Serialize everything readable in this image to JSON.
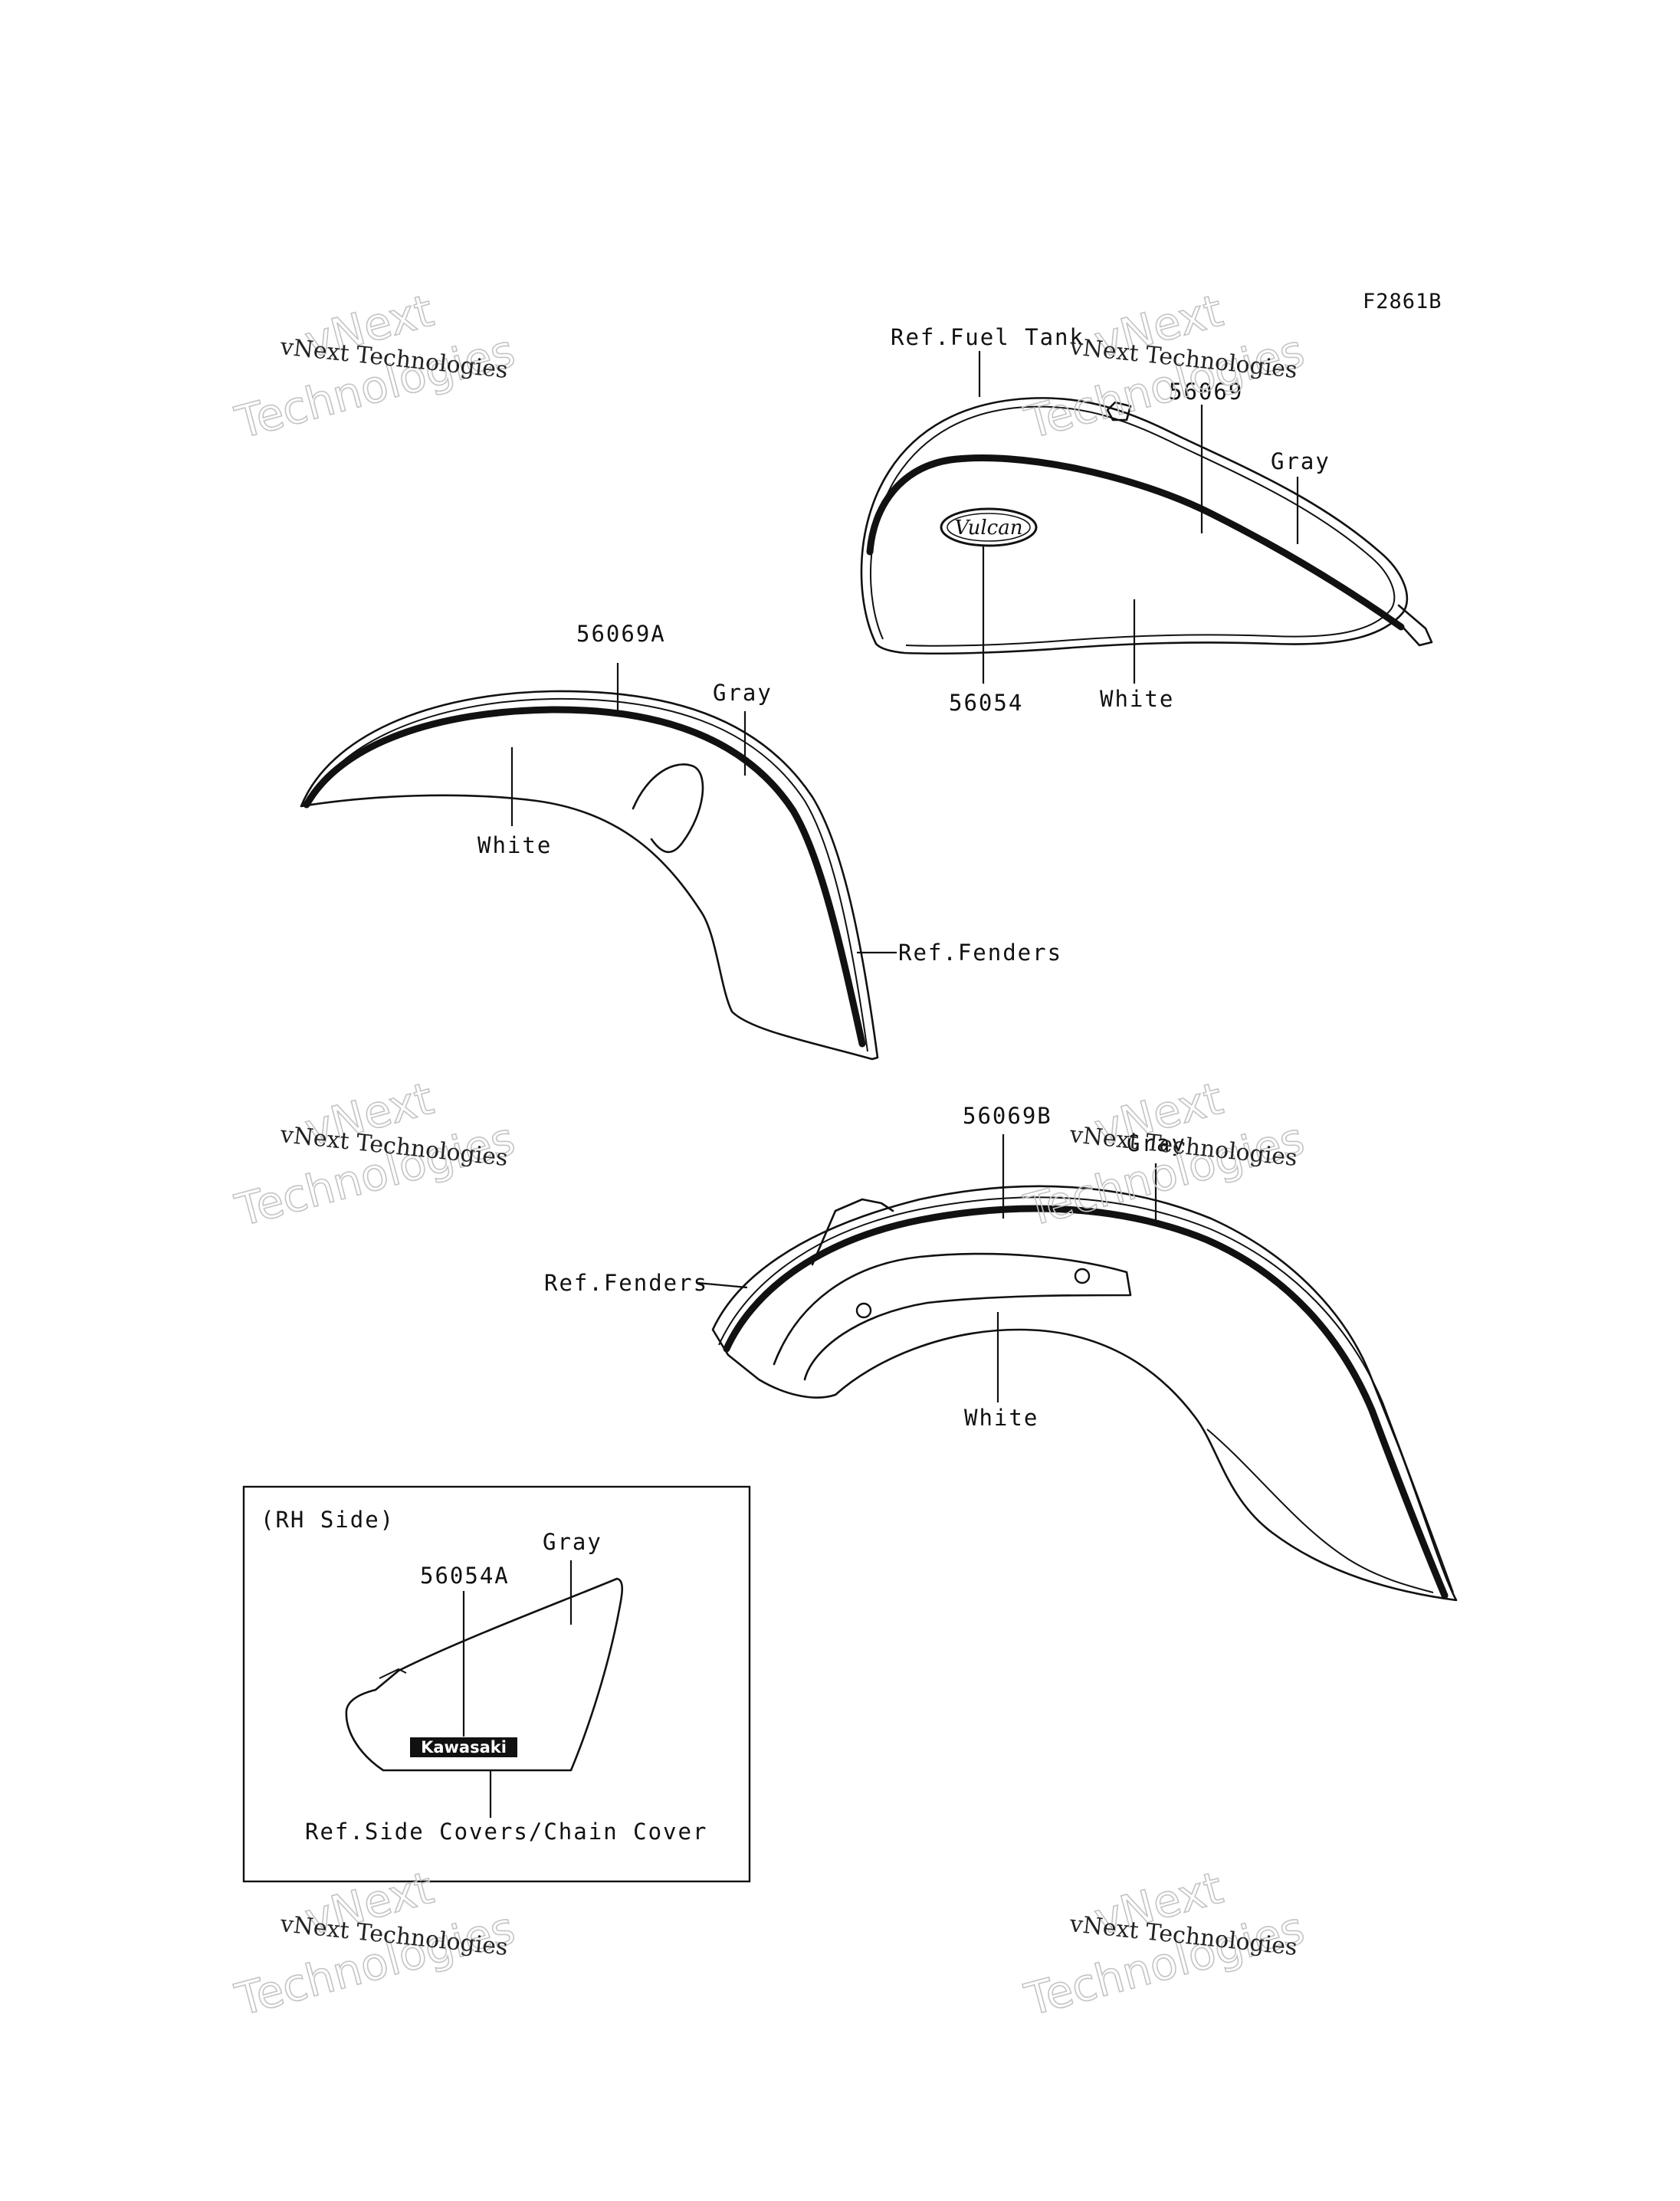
{
  "figure_code": "F2861B",
  "watermark": {
    "line1": "vNext Technologies",
    "line2": "vNext",
    "line3": "Technologies"
  },
  "fuel_tank": {
    "ref_label": "Ref.Fuel Tank",
    "stripe_part": "56069",
    "emblem_part": "56054",
    "gray_label": "Gray",
    "white_label": "White",
    "emblem_text": "Vulcan"
  },
  "front_fender": {
    "stripe_part": "56069A",
    "gray_label": "Gray",
    "white_label": "White",
    "ref_label": "Ref.Fenders"
  },
  "rear_fender": {
    "stripe_part": "56069B",
    "gray_label": "Gray",
    "white_label": "White",
    "ref_label": "Ref.Fenders"
  },
  "side_cover": {
    "title": "(RH Side)",
    "emblem_part": "56054A",
    "gray_label": "Gray",
    "emblem_text": "Kawasaki",
    "ref_label": "Ref.Side Covers/Chain Cover"
  }
}
